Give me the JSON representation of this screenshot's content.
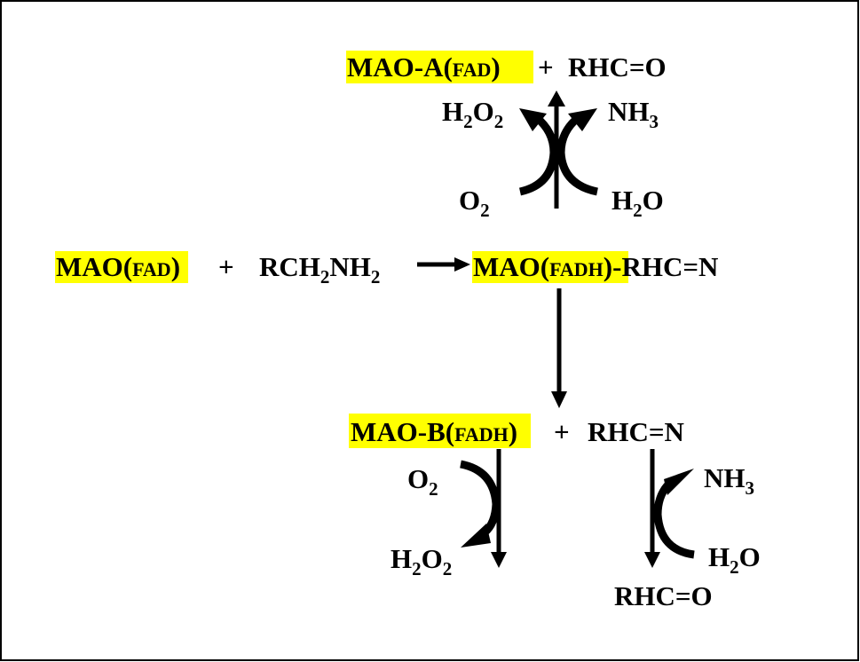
{
  "colors": {
    "highlight": "#ffff00",
    "ink": "#000000",
    "border": "#000000"
  },
  "top": {
    "enzyme_a": {
      "prefix": "MAO-A(",
      "cofactor": "FAD",
      "suffix": ")"
    },
    "plus": "+",
    "product": "RHC=O",
    "h2o2": {
      "a": "H",
      "s1": "2",
      "b": "O",
      "s2": "2"
    },
    "nh3": {
      "a": "NH",
      "s": "3"
    },
    "o2": {
      "a": "O",
      "s": "2"
    },
    "h2o": {
      "a": "H",
      "s": "2",
      "b": "O"
    }
  },
  "middle": {
    "enzyme": {
      "prefix": "MAO(",
      "cofactor": "FAD",
      "suffix": ")"
    },
    "plus": "+",
    "substrate": {
      "a": "RCH",
      "s1": "2",
      "b": "NH",
      "s2": "2"
    },
    "intermediate": {
      "prefix": "MAO(",
      "cofactor": "FADH",
      "suffix": ")",
      "tail": "-RHC=N"
    }
  },
  "bottom": {
    "enzyme_b": {
      "prefix": "MAO-B(",
      "cofactor": "FADH",
      "suffix": ")"
    },
    "plus": "+",
    "imine": "RHC=N",
    "o2": {
      "a": "O",
      "s": "2"
    },
    "h2o2": {
      "a": "H",
      "s1": "2",
      "b": "O",
      "s2": "2"
    },
    "nh3": {
      "a": "NH",
      "s": "3"
    },
    "h2o": {
      "a": "H",
      "s": "2",
      "b": "O"
    },
    "product": "RHC=O"
  }
}
